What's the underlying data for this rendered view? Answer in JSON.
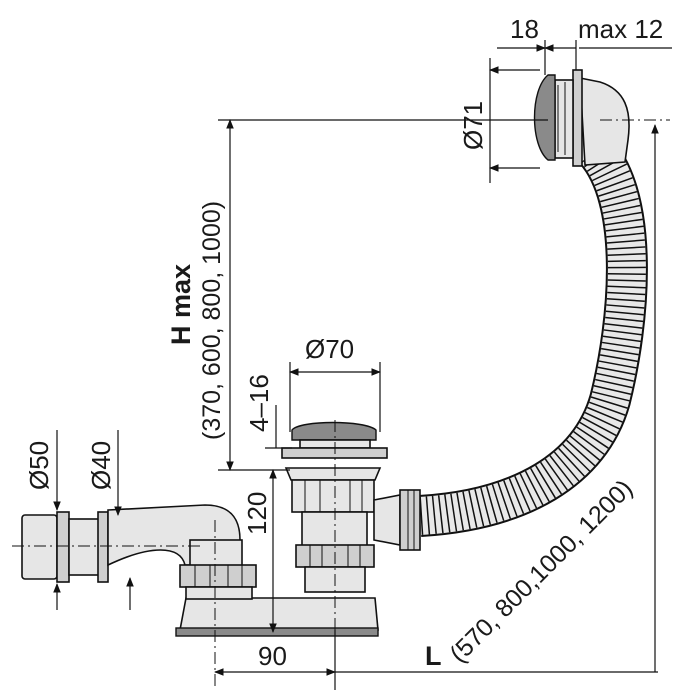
{
  "dimensions": {
    "overflow_width": "18",
    "overflow_max": "max 12",
    "overflow_diameter": "Ø71",
    "h_max_title": "H max",
    "h_max_values": "(370, 600, 800, 1000)",
    "drain_diameter": "Ø70",
    "plug_lift": "4–16",
    "height": "120",
    "outlet_d50": "Ø50",
    "outlet_d40": "Ø40",
    "offset": "90",
    "l_title": "L",
    "l_values": "(570, 800,1000, 1200)"
  }
}
